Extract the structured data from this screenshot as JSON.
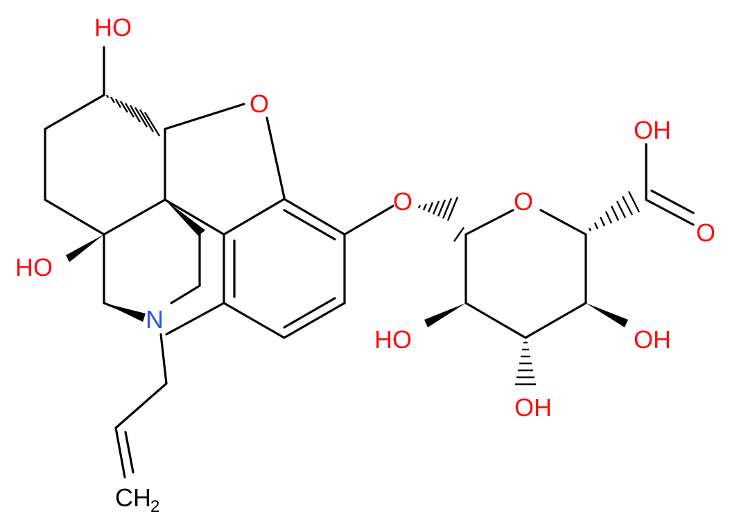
{
  "colors": {
    "bond": "#000000",
    "oxygen": "#ff0d0d",
    "nitrogen": "#3050f8",
    "carbon": "#000000"
  },
  "atoms": {
    "oh_top": "HO",
    "oh_left": "HO",
    "o_furan": "O",
    "n_amine": "N",
    "ch2_main": "CH",
    "ch2_sub": "2",
    "o_glycoside": "O",
    "o_ring": "O",
    "oh_acid": "OH",
    "o_carbonyl": "O",
    "oh_c2": "HO",
    "oh_c4": "OH",
    "oh_c3": "OH"
  }
}
